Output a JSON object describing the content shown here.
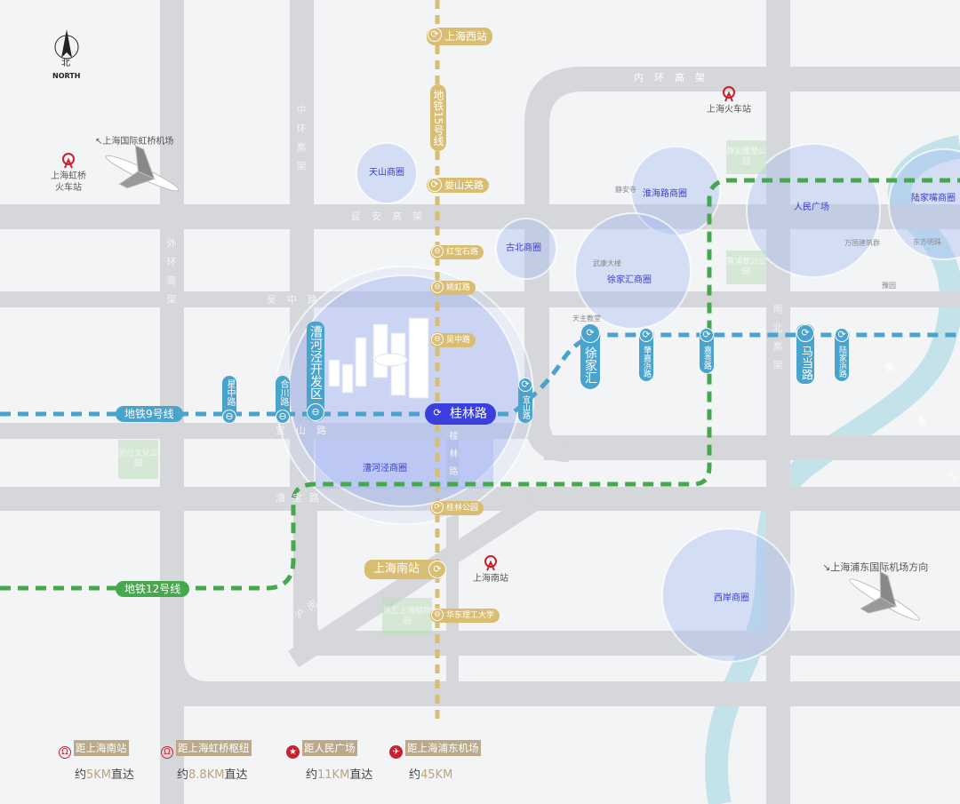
{
  "compass": {
    "cn": "北",
    "en": "NORTH"
  },
  "roads": {
    "inner_ring": "内环高架",
    "middle_ring": "中环高架",
    "outer_ring": "外环高架",
    "yanan": "延安高架",
    "wuzhong": "吴中路",
    "yishan": "宜山路",
    "caobao": "漕宝路",
    "humin": "沪闵高架路",
    "nanbei": "南北高架",
    "guilin": "桂林路",
    "river": "黄浦江"
  },
  "lines": {
    "l9": "地铁9号线",
    "l12": "地铁12号线",
    "l15": "地铁15号线"
  },
  "stations15": [
    "上海西站",
    "娄山关路",
    "红宝石路",
    "姚虹路",
    "吴中路",
    "桂林公园",
    "上海南站",
    "华东理工大学"
  ],
  "interchange": "桂林路",
  "stations9": [
    "星中路",
    "合川路",
    "漕河泾开发区",
    "宜山路",
    "徐家汇",
    "肇嘉浜路",
    "嘉善路",
    "马当路",
    "陆家浜路"
  ],
  "districts": [
    "天山商圈",
    "古北商圈",
    "淮海路商圈",
    "徐家汇商圈",
    "人民广场",
    "陆家嘴商圈",
    "漕河泾商圈",
    "西岸商圈"
  ],
  "landmarks": [
    "静安寺",
    "武康大楼",
    "天主教堂",
    "万国建筑群",
    "东方明珠",
    "豫园"
  ],
  "parks": [
    "静安雕塑公园",
    "黄浦复兴公园",
    "闵行文化公园",
    "徐汇上海植物园"
  ],
  "rail": [
    "上海虹桥火车站",
    "上海火车站",
    "上海南站"
  ],
  "airports": {
    "hongqiao": "上海国际虹桥机场",
    "pudong": "上海浦东国际机场方向"
  },
  "legend": [
    {
      "title": "距上海南站",
      "pre": "约",
      "num": "5KM",
      "suf": "直达"
    },
    {
      "title": "距上海虹桥枢纽",
      "pre": "约",
      "num": "8.8KM",
      "suf": "直达"
    },
    {
      "title": "距人民广场",
      "pre": "约",
      "num": "11KM",
      "suf": "直达"
    },
    {
      "title": "距上海浦东机场",
      "pre": "约",
      "num": "45KM",
      "suf": ""
    }
  ],
  "colors": {
    "line9": "#4aa3cc",
    "line12": "#46a84d",
    "line15": "#d9bd72",
    "interchange": "#3b3fdc",
    "road": "#d6d7da",
    "river": "#c3e2ea",
    "rail_red": "#c8202e"
  }
}
